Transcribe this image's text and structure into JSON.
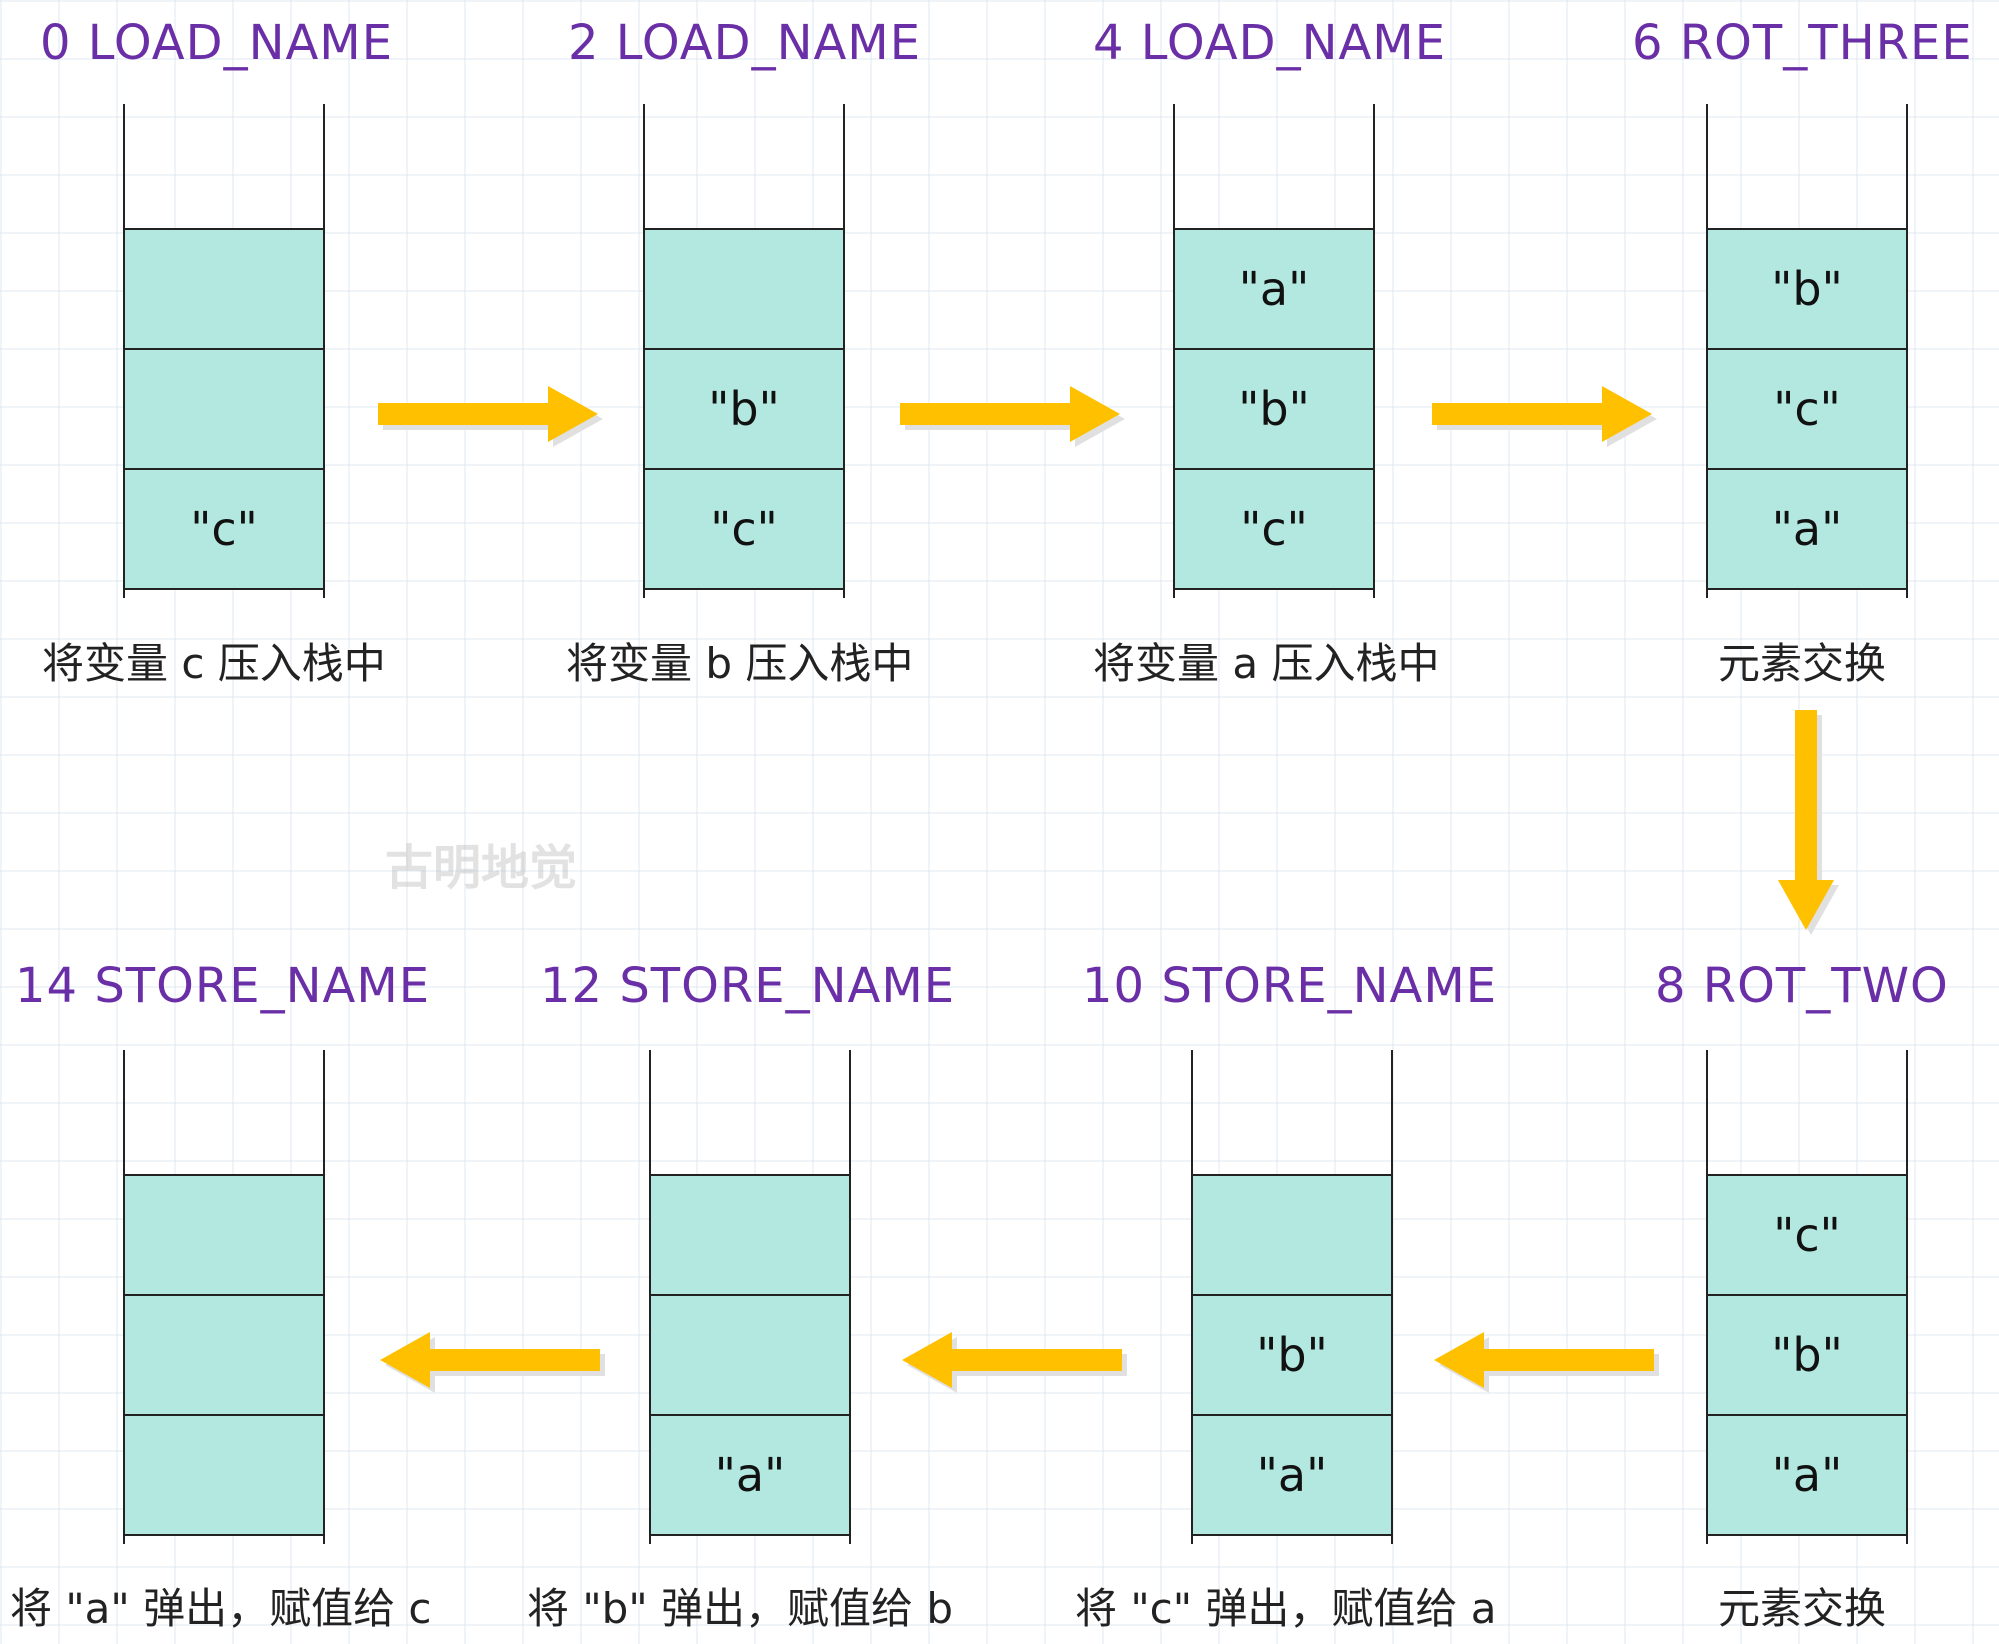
{
  "colors": {
    "title": "#6a2fa6",
    "cell_fill": "#b2e8e0",
    "arrow": "#ffc000",
    "arrow_shadow": "#e0e0e0"
  },
  "watermark": "古明地觉",
  "steps": [
    {
      "title": "0 LOAD_NAME",
      "cells": [
        "",
        "",
        "\"c\""
      ],
      "caption": "将变量 c 压入栈中"
    },
    {
      "title": "2 LOAD_NAME",
      "cells": [
        "",
        "\"b\"",
        "\"c\""
      ],
      "caption": "将变量 b 压入栈中"
    },
    {
      "title": "4 LOAD_NAME",
      "cells": [
        "\"a\"",
        "\"b\"",
        "\"c\""
      ],
      "caption": "将变量 a 压入栈中"
    },
    {
      "title": "6 ROT_THREE",
      "cells": [
        "\"b\"",
        "\"c\"",
        "\"a\""
      ],
      "caption": "元素交换"
    },
    {
      "title": "8 ROT_TWO",
      "cells": [
        "\"c\"",
        "\"b\"",
        "\"a\""
      ],
      "caption": "元素交换"
    },
    {
      "title": "10 STORE_NAME",
      "cells": [
        "",
        "\"b\"",
        "\"a\""
      ],
      "caption": "将 \"c\" 弹出，赋值给 a"
    },
    {
      "title": "12 STORE_NAME",
      "cells": [
        "",
        "",
        "\"a\""
      ],
      "caption": "将 \"b\" 弹出，赋值给 b"
    },
    {
      "title": "14 STORE_NAME",
      "cells": [
        "",
        "",
        ""
      ],
      "caption": "将 \"a\" 弹出，赋值给 c"
    }
  ],
  "arrows": [
    {
      "from": 0,
      "to": 1,
      "direction": "right"
    },
    {
      "from": 1,
      "to": 2,
      "direction": "right"
    },
    {
      "from": 2,
      "to": 3,
      "direction": "right"
    },
    {
      "from": 3,
      "to": 4,
      "direction": "down"
    },
    {
      "from": 4,
      "to": 5,
      "direction": "left"
    },
    {
      "from": 5,
      "to": 6,
      "direction": "left"
    },
    {
      "from": 6,
      "to": 7,
      "direction": "left"
    }
  ]
}
